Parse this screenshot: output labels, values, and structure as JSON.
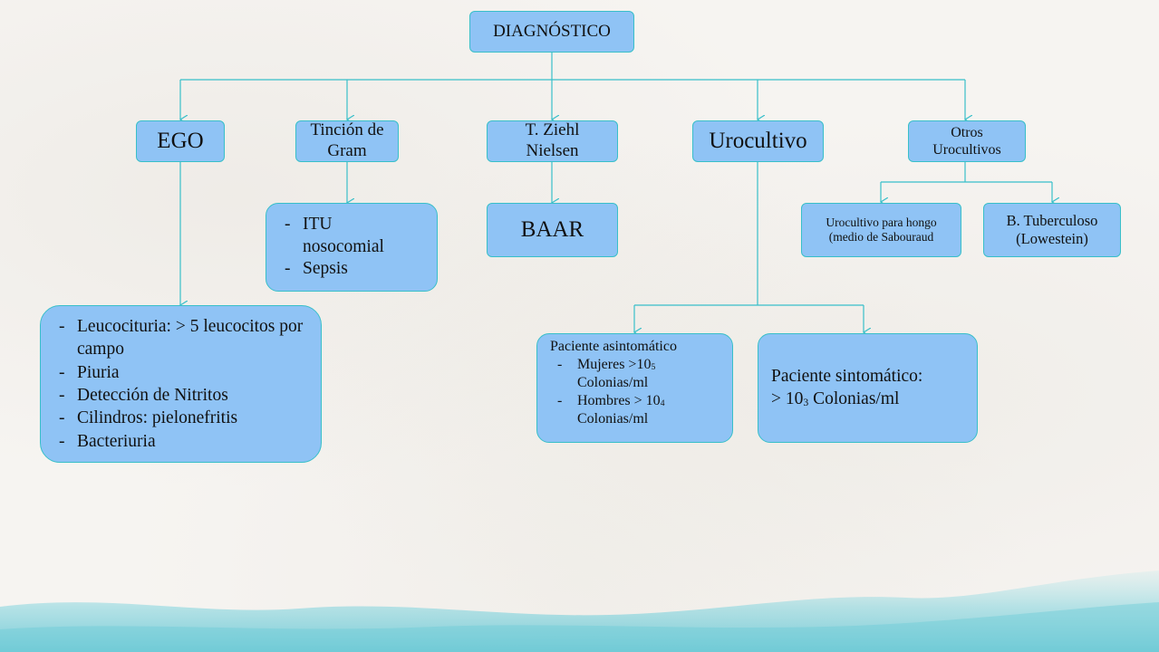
{
  "root": {
    "label": "DIAGNÓSTICO"
  },
  "level1": {
    "ego": "EGO",
    "gram": "Tinción de Gram",
    "ziehl": "T. Ziehl Nielsen",
    "urocultivo": "Urocultivo",
    "otros": "Otros Urocultivos"
  },
  "ego_findings": {
    "items": [
      "Leucocituria: > 5 leucocitos por campo",
      "Piuria",
      "Detección de Nitritos",
      "Cilindros: pielonefritis",
      "Bacteriuria"
    ]
  },
  "gram_findings": {
    "items": [
      "ITU nosocomial",
      "Sepsis"
    ]
  },
  "ziehl_result": "BAAR",
  "otros_children": {
    "hongo": "Urocultivo para hongo (medio de Sabouraud",
    "tuberculoso": "B. Tuberculoso (Lowestein)"
  },
  "urocultivo_children": {
    "asintomatico": {
      "title": "Paciente asintomático",
      "mujeres": {
        "text": "Mujeres >10",
        "exp": "5",
        "unit": "Colonias/ml"
      },
      "hombres": {
        "text": "Hombres > 10",
        "exp": "4",
        "unit": "Colonias/ml"
      }
    },
    "sintomatico": {
      "title": "Paciente sintomático:",
      "value": "> 10",
      "exp": "3",
      "unit": "Colonias/ml"
    }
  },
  "colors": {
    "node_fill": "#8fc3f5",
    "node_border": "#38bfc9",
    "connector": "#38bfc9",
    "watercolor": "#7fd3dd"
  }
}
